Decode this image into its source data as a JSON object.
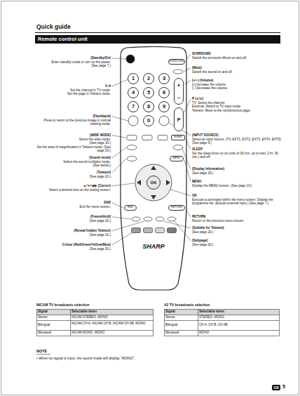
{
  "diagram": {
    "title": "Quick guide",
    "nodes": [
      {
        "text": [
          "Remote control unit"
        ]
      },
      {
        "text": [
          "SHARP"
        ]
      },
      {
        "text": [
          "SURROUND"
        ],
        "in": 1
      },
      {
        "text": [
          "1"
        ],
        "in": 1
      },
      {
        "text": [
          "2"
        ],
        "in": 1
      },
      {
        "text": [
          "3"
        ],
        "in": 1
      },
      {
        "text": [
          "4"
        ],
        "in": 1
      },
      {
        "text": [
          "5"
        ],
        "in": 1
      },
      {
        "text": [
          "6"
        ],
        "in": 1
      },
      {
        "text": [
          "7"
        ],
        "in": 1
      },
      {
        "text": [
          "8"
        ],
        "in": 1
      },
      {
        "text": [
          "9"
        ],
        "in": 1
      },
      {
        "text": [
          "+",
          "−"
        ],
        "in": 1
      },
      {
        "text": [
          "0"
        ],
        "in": 1
      },
      {
        "text": [
          "P"
        ],
        "in": 1
      },
      {
        "text": [
          "SLEEP"
        ],
        "in": 1
      },
      {
        "text": [
          "MENU"
        ],
        "in": 1
      },
      {
        "text": [
          "OK"
        ],
        "in": 1
      },
      {
        "text": [
          "END"
        ],
        "in": 1
      },
      {
        "text": [
          "RETURN"
        ],
        "in": 1
      },
      {
        "text": [
          "GB"
        ]
      }
    ],
    "labels": [
      "(Standby/On)",
      "Enter standby mode or turn on the power.",
      "(See page 7.)",
      "0–9",
      "Set the channel in TV mode.",
      "Set the page in Teletext mode.",
      "(Flashback)",
      "Press to return to the previous image in normal viewing mode.",
      "(WIDE MODE)",
      "Select the wide mode.",
      "(See page 19.)",
      "Set the area of magnification in Teletext mode. (See page 20.)",
      "(Sound mode)",
      "Select the sound multiplex mode.",
      "(See below.)",
      "(Teletext)",
      "(See page 20.)",
      "▲/▼/◀/▶ (Cursor)",
      "Select a desired item on the setting screen.",
      "END",
      "Exit the menu screen.",
      "(Freeze/Hold)",
      "(See page 20.)",
      "(Reveal hidden Teletext)",
      "(See page 20.)",
      "Colour (Red/Green/Yellow/Blue)",
      "(See page 20.)",
      "SURROUND",
      "Switch the surround effects on and off.",
      "(Mute)",
      "Switch the sound on and off.",
      "(+/−) (Volume)",
      "[+] Increase the volume.",
      "[−] Decrease the volume.",
      "P (∧/∨)",
      "TV: Select the channel.",
      "External: Switch to TV input mode.",
      "Teletext: Move to the next/previous page.",
      "(INPUT SOURCE)",
      "Select an input source. (TV, EXT1, EXT2, EXT3, EXT4, EXT5) (See page 9.)",
      "SLEEP",
      "Set the sleep timer on (in units of 30 min. up to max. 2 hr. 30 min.) and off.",
      "(Display Information)",
      "(See page 20.)",
      "MENU",
      "Display the MENU screen. (See page 10.)",
      "OK",
      "Execute a command within the menu screen. Display the programme list. (Except external input.) (See page 7.)",
      "RETURN",
      "Return to the previous menu screen.",
      "(Subtitle for Teletext)",
      "(See page 20.)",
      "(Subpage)",
      "(See page 20.)",
      "NICAM TV broadcasts selection",
      "Signal",
      "Selectable items",
      "Stereo",
      "NICAM STEREO, MONO",
      "Bilingual",
      "NICAM CH A, NICAM CH B, NICAM CH AB, MONO",
      "Monaural",
      "NICAM MONO, MONO",
      "A2 TV broadcasts selection",
      "Signal",
      "Selectable items",
      "Stereo",
      "STEREO, MONO",
      "Bilingual",
      "CH A, CH B, CH AB",
      "Monaural",
      "MONO",
      "NOTE",
      "• When no signal is input, the sound mode will display “MONO”.",
      "5"
    ]
  }
}
